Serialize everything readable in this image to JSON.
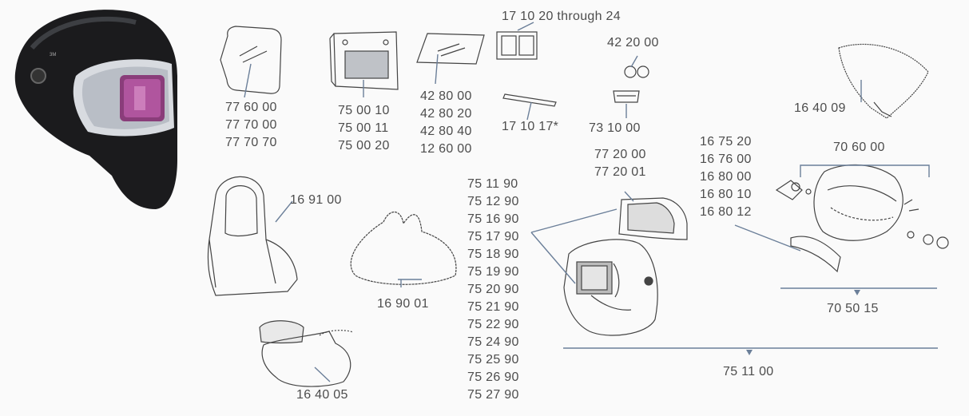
{
  "colors": {
    "background": "#fafafa",
    "label_text": "#4d4d4d",
    "leader_line": "#6b7f99",
    "sketch_stroke": "#444444",
    "helmet_shell": "#1b1b1d",
    "lens_tint": "#8a3d7a"
  },
  "labels": {
    "cover_plate_outer": [
      "77 60 00",
      "77 70 00",
      "77 70 70"
    ],
    "filter_holder": [
      "75 00 10",
      "75 00 11",
      "75 00 20"
    ],
    "cover_lens": [
      "42 80 00",
      "42 80 20",
      "42 80 40",
      "12 60 00"
    ],
    "magnifier_frames": "17 10 20 through 24",
    "magnifier_strip": "17 10 17*",
    "lens_pair": "42 20 00",
    "lens_holder": "73 10 00",
    "neck_flap": "16 40 09",
    "hood": "16 91 00",
    "neck_cover": "16 90 01",
    "head_top_cover": "16 40 05",
    "visor_frame": [
      "77 20 00",
      "77 20 01"
    ],
    "helmet_variants": [
      "75 11 90",
      "75 12 90",
      "75 16 90",
      "75 17 90",
      "75 18 90",
      "75 19 90",
      "75 20 90",
      "75 21 90",
      "75 22 90",
      "75 24 90",
      "75 25 90",
      "75 26 90",
      "75 27 90"
    ],
    "headband_parts": [
      "16 75 20",
      "16 76 00",
      "16 80 00",
      "16 80 10",
      "16 80 12"
    ],
    "headband_assembly": "70 60 00",
    "headband_sweat": "70 50 15",
    "complete_helmet": "75 11 00"
  }
}
